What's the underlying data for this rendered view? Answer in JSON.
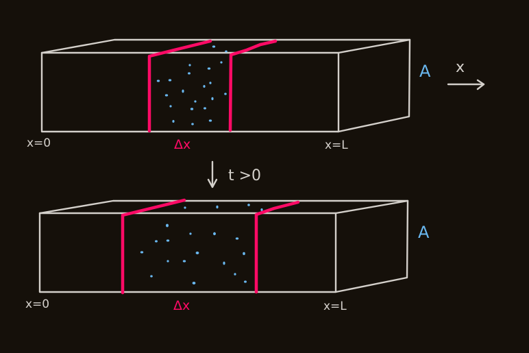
{
  "diagram": {
    "top_bar": {
      "left_label": "x=0",
      "right_label": "x=L",
      "slice_label": "Δx",
      "area_label": "A",
      "axis_label": "x"
    },
    "transition": {
      "label": "t >0"
    },
    "bottom_bar": {
      "left_label": "x=0",
      "right_label": "x=L",
      "slice_label": "Δx",
      "area_label": "A"
    },
    "colors": {
      "background": "#15100a",
      "bar_edges": "#d4d0cb",
      "slice_boundary": "#ff0a66",
      "particles": "#6ab8f0"
    }
  }
}
